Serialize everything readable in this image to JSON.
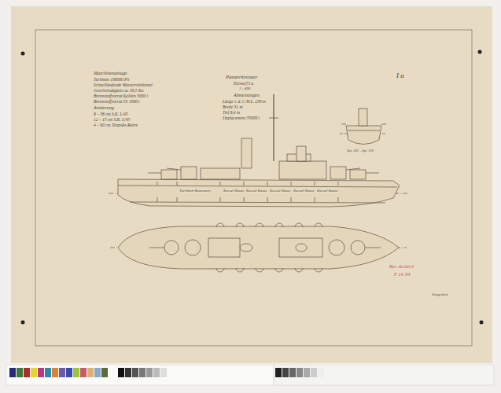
{
  "diagram": {
    "title": "Panzerkreuzer",
    "labels": [
      "Maschinenanlage",
      "Turbinen 100000 PS",
      "Schnelllaufende Wasserrohrkessel",
      "Geschwindigkeit ca. 30,5 Kn",
      "Brennstoffvorrat Kohlen 3000 t",
      "Brennstoffvorrat Öl 1000 t",
      "Armierung",
      "8 – 38 cm S.K. L/45",
      "12 – 15 cm S.K. L/45",
      "4 – 60 cm Torpedo-Rohre",
      "Entwurf I a",
      "1 : 400",
      "Abmessungen",
      "Länge i. d. C.W.L. 230 m",
      "Breite 31 m",
      "Tief 8,4 m",
      "Deplacement 35000 t",
      "I a",
      "Spt. 102 – Spt. 110",
      "Turbinen-Kammern",
      "Kessel-Raum",
      "Kessel-Raum",
      "Kessel-Raum",
      "Kessel-Raum",
      "Kessel-Raum",
      "Bes. Archiv I",
      "F 14. 04",
      "Lengsdorf"
    ]
  }
}
